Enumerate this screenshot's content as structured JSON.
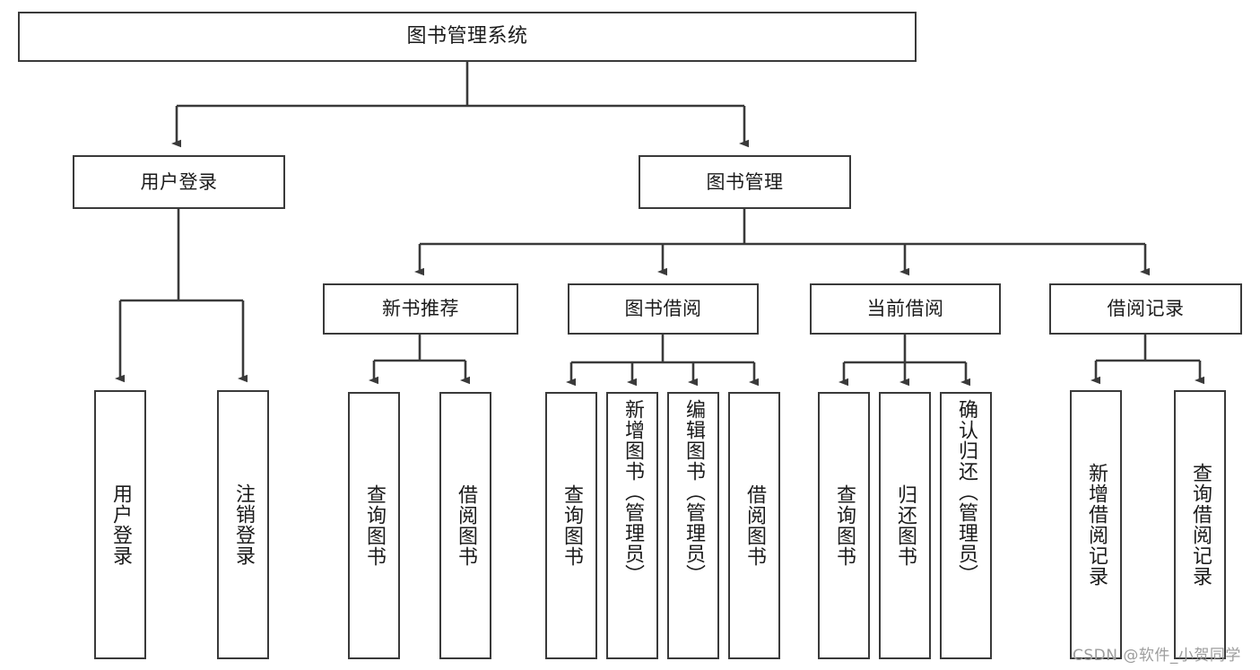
{
  "diagram": {
    "type": "tree",
    "title": "图书管理系统",
    "watermark": "CSDN @软件_小贺同学",
    "colors": {
      "background": "#ffffff",
      "stroke": "#3a3a3a",
      "text": "#1b1b1b",
      "watermark": "#9d9d9d"
    },
    "levels": {
      "root": {
        "label": "图书管理系统"
      },
      "level1": [
        {
          "id": "user-login",
          "label": "用户登录"
        },
        {
          "id": "book-management",
          "label": "图书管理"
        }
      ],
      "level2": [
        {
          "id": "new-book-recommend",
          "label": "新书推荐",
          "parent": "book-management"
        },
        {
          "id": "book-borrow",
          "label": "图书借阅",
          "parent": "book-management"
        },
        {
          "id": "current-borrow",
          "label": "当前借阅",
          "parent": "book-management"
        },
        {
          "id": "borrow-record",
          "label": "借阅记录",
          "parent": "book-management"
        }
      ],
      "leaves": [
        {
          "id": "leaf-user-login",
          "label": "用户登录",
          "parent": "user-login"
        },
        {
          "id": "leaf-logout",
          "label": "注销登录",
          "parent": "user-login"
        },
        {
          "id": "leaf-query-book-1",
          "label": "查询图书",
          "parent": "new-book-recommend"
        },
        {
          "id": "leaf-borrow-book-1",
          "label": "借阅图书",
          "parent": "new-book-recommend"
        },
        {
          "id": "leaf-query-book-2",
          "label": "查询图书",
          "parent": "book-borrow"
        },
        {
          "id": "leaf-add-book",
          "label": "新增图书（管理员）",
          "parent": "book-borrow"
        },
        {
          "id": "leaf-edit-book",
          "label": "编辑图书（管理员）",
          "parent": "book-borrow"
        },
        {
          "id": "leaf-borrow-book-2",
          "label": "借阅图书",
          "parent": "book-borrow"
        },
        {
          "id": "leaf-query-book-3",
          "label": "查询图书",
          "parent": "current-borrow"
        },
        {
          "id": "leaf-return-book",
          "label": "归还图书",
          "parent": "current-borrow"
        },
        {
          "id": "leaf-confirm-return",
          "label": "确认归还（管理员）",
          "parent": "current-borrow"
        },
        {
          "id": "leaf-add-record",
          "label": "新增借阅记录",
          "parent": "borrow-record"
        },
        {
          "id": "leaf-query-record",
          "label": "查询借阅记录",
          "parent": "borrow-record"
        }
      ]
    }
  }
}
